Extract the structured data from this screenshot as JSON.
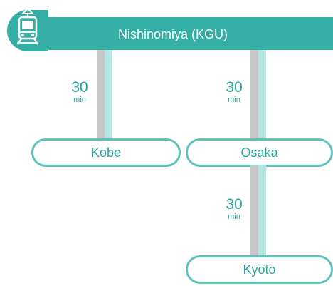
{
  "origin": {
    "name": "Nishinomiya (KGU)",
    "icon": "train-icon"
  },
  "routes": [
    {
      "destination": "Kobe",
      "time_value": "30",
      "time_unit": "min"
    },
    {
      "destination": "Osaka",
      "time_value": "30",
      "time_unit": "min"
    },
    {
      "destination": "Kyoto",
      "time_value": "30",
      "time_unit": "min"
    }
  ],
  "colors": {
    "accent": "#35aea6",
    "station_border": "#5fc2ba",
    "text_teal": "#2aa59d",
    "rail_gray": "#c7c7c7",
    "rail_teal": "#b4e4e0"
  }
}
